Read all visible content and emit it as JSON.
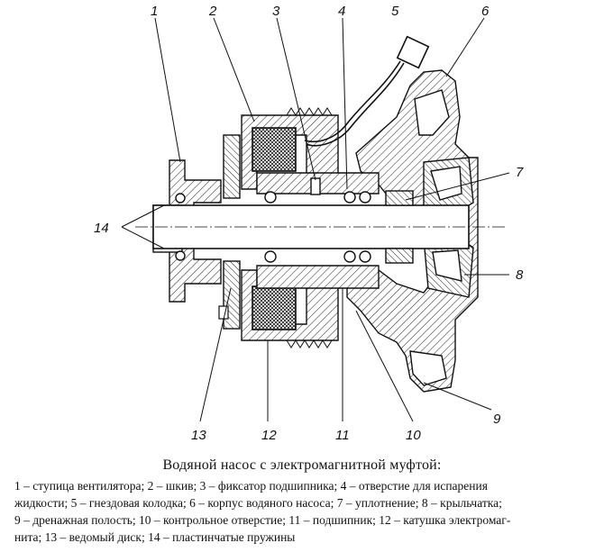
{
  "callouts": {
    "n1": "1",
    "n2": "2",
    "n3": "3",
    "n4": "4",
    "n5": "5",
    "n6": "6",
    "n7": "7",
    "n8": "8",
    "n9": "9",
    "n10": "10",
    "n11": "11",
    "n12": "12",
    "n13": "13",
    "n14": "14"
  },
  "caption": "Водяной насос с электромагнитной муфтой:",
  "legend": {
    "line1": "1 – ступица вентилятора; 2 – шкив; 3 – фиксатор подшипника; 4 – отверстие для испарения",
    "line2": "жидкости; 5 – гнездовая колодка; 6 – корпус водяного насоса; 7 – уплотнение; 8 – крыльчатка;",
    "line3": "9 – дренажная полость; 10 – контрольное отверстие; 11 – подшипник; 12 – катушка электромаг-",
    "line4": "нита; 13 – ведомый диск; 14 – пластинчатые пружины"
  }
}
